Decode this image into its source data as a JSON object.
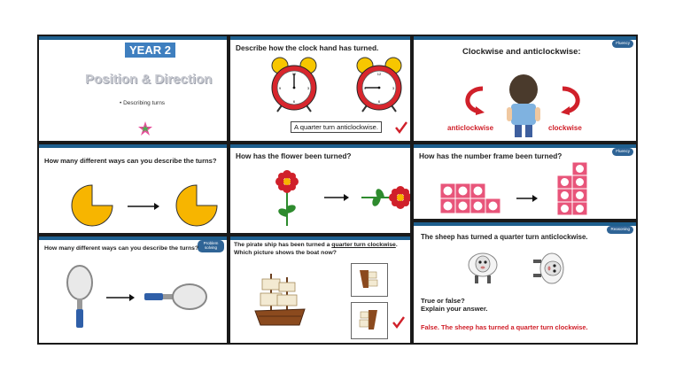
{
  "title_slide": {
    "year": "YEAR 2",
    "title": "Position & Direction",
    "bullet": "Describing turns"
  },
  "slide_clock": {
    "question": "Describe how the clock hand has turned.",
    "answer": "A quarter turn anticlockwise."
  },
  "slide_clockwise": {
    "title": "Clockwise and anticlockwise:",
    "badge": "Fluency",
    "left_label": "anticlockwise",
    "right_label": "clockwise"
  },
  "slide_pie": {
    "question": "How many different ways can you describe the turns?"
  },
  "slide_flower": {
    "question": "How has the flower been turned?"
  },
  "slide_frame": {
    "question": "How has the number frame been turned?",
    "badge": "Fluency"
  },
  "slide_sheep": {
    "question": "The sheep has turned a quarter turn anticlockwise.",
    "badge": "Reasoning",
    "prompt_line1": "True or false?",
    "prompt_line2": "Explain your answer.",
    "answer": "False. The sheep has turned a quarter turn clockwise."
  },
  "slide_racket": {
    "question": "How many different ways can you describe the turns?",
    "badge": "Problem solving"
  },
  "slide_ship": {
    "question_pre": "The pirate ship has been turned a ",
    "question_link": "quarter turn clockwise",
    "question_post": ".",
    "question_line2": "Which picture shows the boat now?"
  },
  "colors": {
    "accent": "#1e5f8e",
    "red": "#d0202a",
    "yellow": "#f7b500",
    "pink": "#e8557a"
  }
}
